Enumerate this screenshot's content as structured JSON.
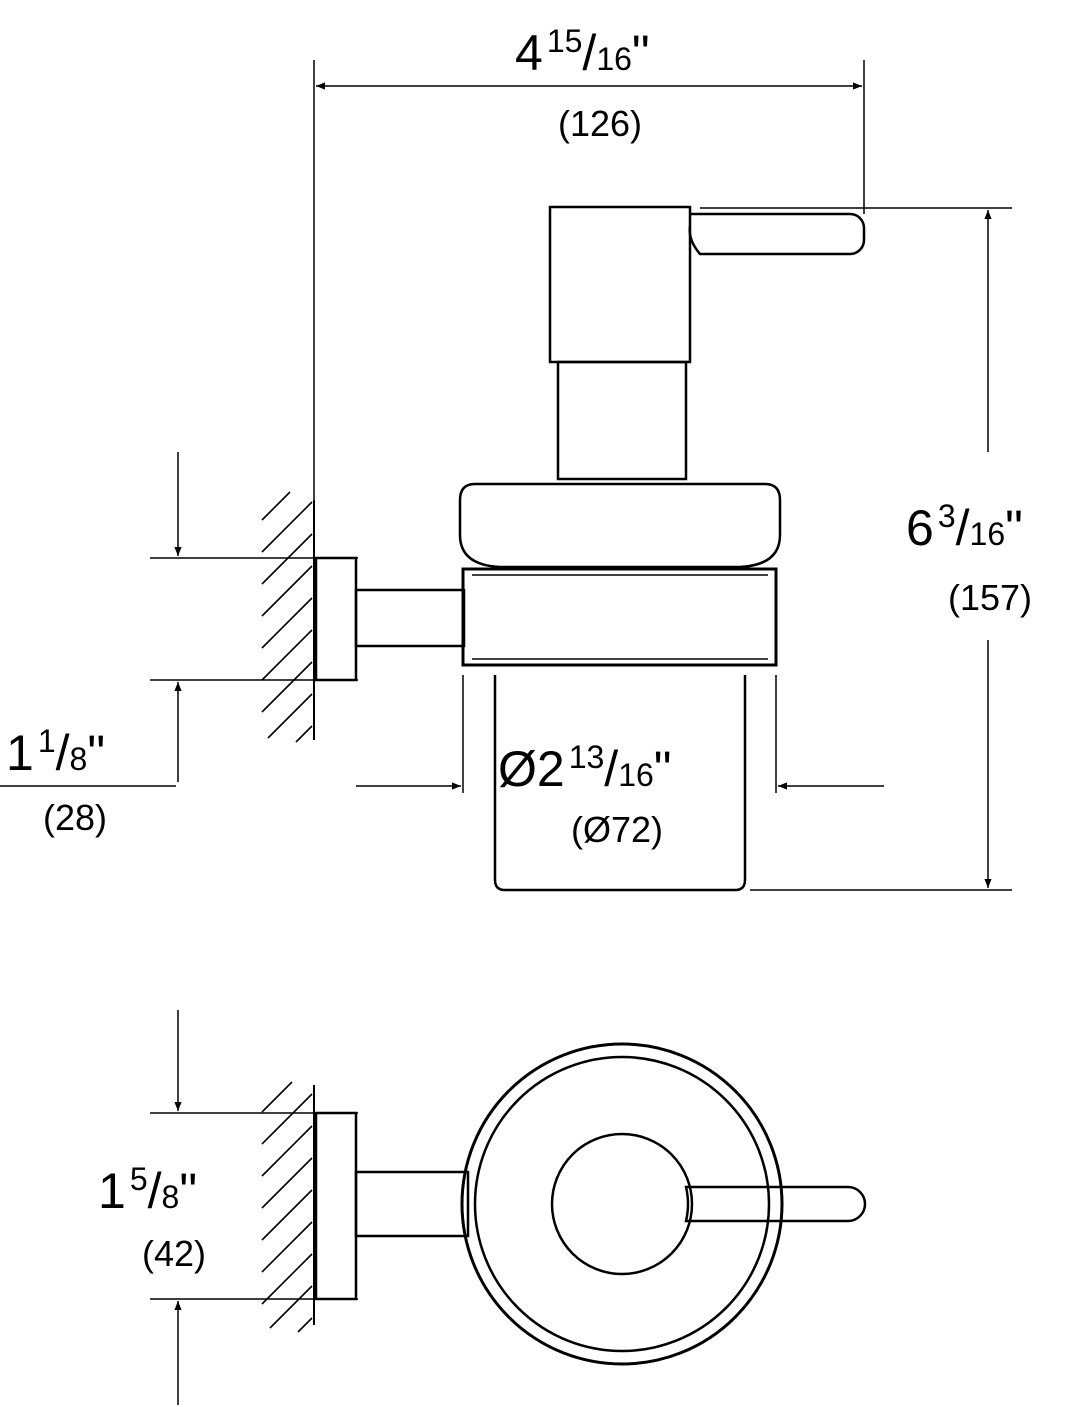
{
  "colors": {
    "ink": "#000000",
    "background": "#ffffff"
  },
  "dimensions": {
    "width": {
      "whole": "4",
      "num": "15",
      "den": "16",
      "unit_mark": "\"",
      "mm": "(126)"
    },
    "height": {
      "whole": "6",
      "num": "3",
      "den": "16",
      "unit_mark": "\"",
      "mm": "(157)"
    },
    "mount_height": {
      "whole": "1",
      "num": "1",
      "den": "8",
      "unit_mark": "\"",
      "mm": "(28)"
    },
    "diameter": {
      "prefix": "Ø2",
      "num": "13",
      "den": "16",
      "unit_mark": "\"",
      "mm": "(Ø72)"
    },
    "top_mount_height": {
      "whole": "1",
      "num": "5",
      "den": "8",
      "unit_mark": "\"",
      "mm": "(42)"
    }
  }
}
